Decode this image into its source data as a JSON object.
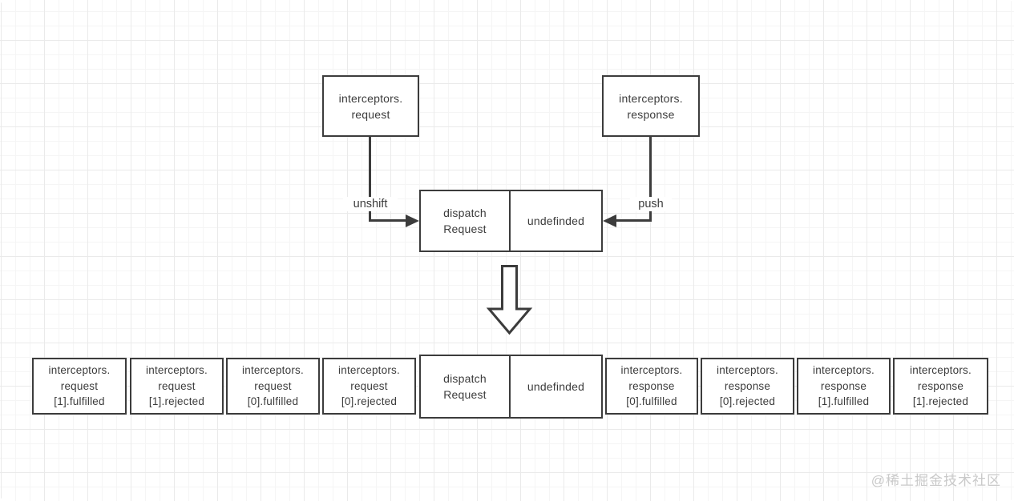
{
  "diagram": {
    "top_left_box": {
      "line1": "interceptors.",
      "line2": "request"
    },
    "top_right_box": {
      "line1": "interceptors.",
      "line2": "response"
    },
    "unshift_label": "unshift",
    "push_label": "push",
    "middle_dispatch_box": {
      "line1": "dispatch",
      "line2": "Request"
    },
    "middle_undefinded_box": {
      "line1": "undefinded"
    },
    "chain": [
      {
        "lines": [
          "interceptors.",
          "request",
          "[1].fulfilled"
        ]
      },
      {
        "lines": [
          "interceptors.",
          "request",
          "[1].rejected"
        ]
      },
      {
        "lines": [
          "interceptors.",
          "request",
          "[0].fulfilled"
        ]
      },
      {
        "lines": [
          "interceptors.",
          "request",
          "[0].rejected"
        ]
      },
      {
        "lines": [
          "dispatch",
          "Request"
        ]
      },
      {
        "lines": [
          "undefinded"
        ]
      },
      {
        "lines": [
          "interceptors.",
          "response",
          "[0].fulfilled"
        ]
      },
      {
        "lines": [
          "interceptors.",
          "response",
          "[0].rejected"
        ]
      },
      {
        "lines": [
          "interceptors.",
          "response",
          "[1].fulfilled"
        ]
      },
      {
        "lines": [
          "interceptors.",
          "response",
          "[1].rejected"
        ]
      }
    ],
    "watermark": "@稀土掘金技术社区",
    "colors": {
      "border": "#3c3c3c",
      "text": "#3c3c3c",
      "background": "#ffffff",
      "grid_minor": "#f5f5f5",
      "grid_major": "#eaeaea",
      "watermark": "#c9c9c9"
    }
  }
}
